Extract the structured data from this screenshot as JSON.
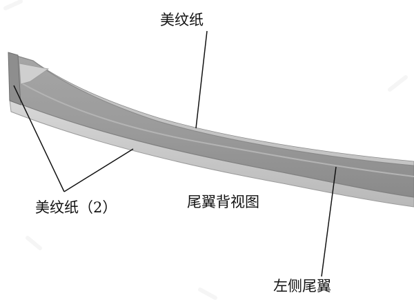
{
  "labels": {
    "top": "美纹纸",
    "left": "美纹纸（2）",
    "center": "尾翼背视图",
    "bottom": "左侧尾翼"
  },
  "colors": {
    "wing_body": "#a6a6a6",
    "wing_dark": "#7f7f7f",
    "wing_highlight": "#d2d2d2",
    "outline": "#8a8a8a",
    "leader_line": "#111111",
    "text": "#111111",
    "watermark": "#ececec"
  },
  "subject": {
    "part": "tail-wing",
    "view": "rear"
  }
}
